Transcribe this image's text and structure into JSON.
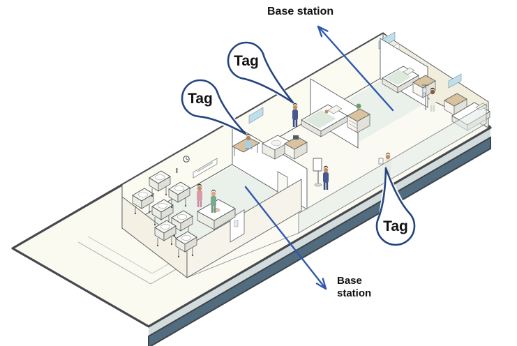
{
  "annotations": {
    "tags": [
      {
        "label": "Tag",
        "points_to": "seated-patient"
      },
      {
        "label": "Tag",
        "points_to": "nurse-blue-scrubs"
      },
      {
        "label": "Tag",
        "points_to": "patient-with-clipboard"
      }
    ],
    "base_station_top": {
      "label": "Base station"
    },
    "base_station_bottom": {
      "line1": "Base",
      "line2": "station"
    }
  },
  "colors": {
    "annotation_outline": "#24457e",
    "arrow_blue": "#2e59ad",
    "label_text": "#111111",
    "slab_outline": "#46484d",
    "slab_fill": "#fbfaf1",
    "edge_band_light": "#d3dcdd",
    "edge_band_dark": "#506c7e",
    "wall_cream": "#fcfbf2",
    "wall_side": "#f1eedd",
    "floor": "#fafaf3",
    "room_tint": "#eaf0ea",
    "glass_teal": "#bfe0ea",
    "furniture_tan": "#d9c29e",
    "scrubs_blue": "#47598f",
    "scrubs_pink": "#d99aa8",
    "scrubs_green": "#7aa98e",
    "gown_white": "#eef0e6"
  },
  "figures": [
    "nurse-pink-scrubs",
    "nurse-green-scrubs",
    "seated-patient",
    "nurse-blue-scrubs",
    "staff-at-terminal",
    "patient-with-clipboard",
    "patient-with-iv-pole",
    "patient-in-bed"
  ]
}
